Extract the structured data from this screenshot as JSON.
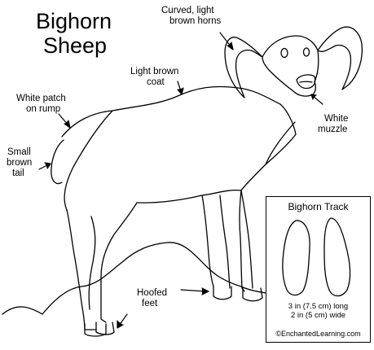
{
  "title": {
    "line1": "Bighorn",
    "line2": "Sheep"
  },
  "labels": {
    "horns": {
      "line1": "Curved, light",
      "line2": "brown horns"
    },
    "coat": {
      "line1": "Light brown",
      "line2": "coat"
    },
    "rump": {
      "line1": "White patch",
      "line2": "on rump"
    },
    "tail": {
      "line1": "Small",
      "line2": "brown",
      "line3": "tail"
    },
    "muzzle": {
      "line1": "White",
      "line2": "muzzle"
    },
    "feet": {
      "line1": "Hoofed",
      "line2": "feet"
    }
  },
  "inset": {
    "title": "Bighorn Track",
    "length": "3 in (7.5 cm) long",
    "width": "2 in (5 cm) wide"
  },
  "credit": "©EnchantedLearning.com",
  "colors": {
    "ink": "#000000",
    "paper": "#ffffff"
  }
}
